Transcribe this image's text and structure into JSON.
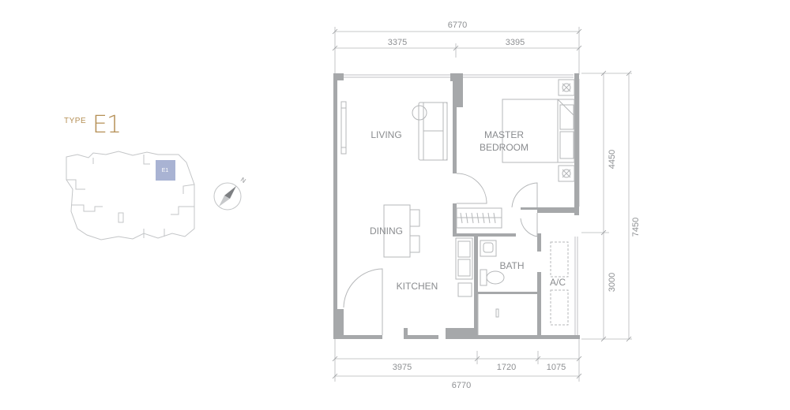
{
  "unit": {
    "type_label": "TYPE",
    "type_code": "E1"
  },
  "keyplan": {
    "highlight_label": "E1",
    "highlight_color": "#a9b3d3"
  },
  "compass": {
    "north_label": "N"
  },
  "rooms": {
    "living": "LIVING",
    "master_bedroom_line1": "MASTER",
    "master_bedroom_line2": "BEDROOM",
    "dining": "DINING",
    "kitchen": "KITCHEN",
    "bath": "BATH",
    "ac": "A/C"
  },
  "dimensions": {
    "top_total": "6770",
    "top_left": "3375",
    "top_right": "3395",
    "bottom_a": "3975",
    "bottom_b": "1720",
    "bottom_c": "1075",
    "bottom_total": "6770",
    "right_upper": "4450",
    "right_lower": "3000",
    "right_total": "7450"
  },
  "colors": {
    "wall": "#a6a8aa",
    "line": "#b5b7b9",
    "dim_text": "#8e9093",
    "room_text": "#8a8c8f",
    "accent": "#b58f55"
  }
}
